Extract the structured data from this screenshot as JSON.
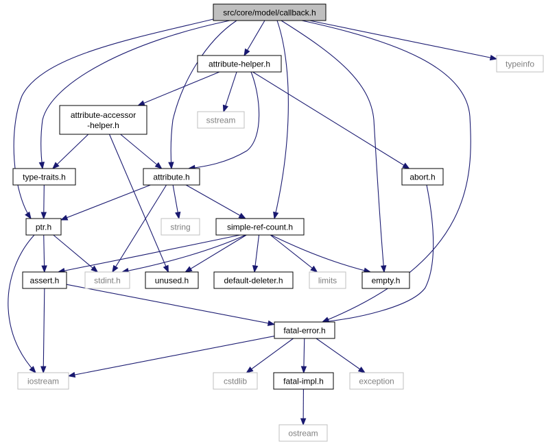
{
  "graph": {
    "colors": {
      "edge": "#191970",
      "root_fill": "#bfbfbf",
      "local_border": "#000000",
      "system_border": "#bfbfbf",
      "system_text": "#7f7f7f"
    },
    "nodes": [
      {
        "id": "callback",
        "lines": [
          "src/core/model/callback.h"
        ],
        "kind": "root"
      },
      {
        "id": "typeinfo",
        "lines": [
          "typeinfo"
        ],
        "kind": "system"
      },
      {
        "id": "attrhelper",
        "lines": [
          "attribute-helper.h"
        ],
        "kind": "local"
      },
      {
        "id": "accessor",
        "lines": [
          "attribute-accessor",
          "-helper.h"
        ],
        "kind": "local"
      },
      {
        "id": "sstream",
        "lines": [
          "sstream"
        ],
        "kind": "system"
      },
      {
        "id": "typetraits",
        "lines": [
          "type-traits.h"
        ],
        "kind": "local"
      },
      {
        "id": "attribute",
        "lines": [
          "attribute.h"
        ],
        "kind": "local"
      },
      {
        "id": "abort",
        "lines": [
          "abort.h"
        ],
        "kind": "local"
      },
      {
        "id": "ptr",
        "lines": [
          "ptr.h"
        ],
        "kind": "local"
      },
      {
        "id": "string",
        "lines": [
          "string"
        ],
        "kind": "system"
      },
      {
        "id": "simpleref",
        "lines": [
          "simple-ref-count.h"
        ],
        "kind": "local"
      },
      {
        "id": "assert",
        "lines": [
          "assert.h"
        ],
        "kind": "local"
      },
      {
        "id": "stdint",
        "lines": [
          "stdint.h"
        ],
        "kind": "system"
      },
      {
        "id": "unused",
        "lines": [
          "unused.h"
        ],
        "kind": "local"
      },
      {
        "id": "deleter",
        "lines": [
          "default-deleter.h"
        ],
        "kind": "local"
      },
      {
        "id": "limits",
        "lines": [
          "limits"
        ],
        "kind": "system"
      },
      {
        "id": "empty",
        "lines": [
          "empty.h"
        ],
        "kind": "local"
      },
      {
        "id": "fatalerror",
        "lines": [
          "fatal-error.h"
        ],
        "kind": "local"
      },
      {
        "id": "iostream",
        "lines": [
          "iostream"
        ],
        "kind": "system"
      },
      {
        "id": "cstdlib",
        "lines": [
          "cstdlib"
        ],
        "kind": "system"
      },
      {
        "id": "fatalimpl",
        "lines": [
          "fatal-impl.h"
        ],
        "kind": "local"
      },
      {
        "id": "exception",
        "lines": [
          "exception"
        ],
        "kind": "system"
      },
      {
        "id": "ostream",
        "lines": [
          "ostream"
        ],
        "kind": "system"
      }
    ],
    "edges": [
      [
        "callback",
        "attrhelper"
      ],
      [
        "callback",
        "typeinfo"
      ],
      [
        "callback",
        "typetraits"
      ],
      [
        "callback",
        "ptr"
      ],
      [
        "callback",
        "attribute"
      ],
      [
        "callback",
        "simpleref"
      ],
      [
        "callback",
        "empty"
      ],
      [
        "callback",
        "fatalerror"
      ],
      [
        "attrhelper",
        "accessor"
      ],
      [
        "attrhelper",
        "sstream"
      ],
      [
        "attrhelper",
        "attribute"
      ],
      [
        "attrhelper",
        "abort"
      ],
      [
        "accessor",
        "typetraits"
      ],
      [
        "accessor",
        "attribute"
      ],
      [
        "accessor",
        "unused"
      ],
      [
        "typetraits",
        "ptr"
      ],
      [
        "attribute",
        "ptr"
      ],
      [
        "attribute",
        "string"
      ],
      [
        "attribute",
        "simpleref"
      ],
      [
        "attribute",
        "stdint"
      ],
      [
        "abort",
        "fatalerror"
      ],
      [
        "ptr",
        "assert"
      ],
      [
        "ptr",
        "stdint"
      ],
      [
        "ptr",
        "iostream"
      ],
      [
        "simpleref",
        "assert"
      ],
      [
        "simpleref",
        "stdint"
      ],
      [
        "simpleref",
        "unused"
      ],
      [
        "simpleref",
        "deleter"
      ],
      [
        "simpleref",
        "limits"
      ],
      [
        "simpleref",
        "empty"
      ],
      [
        "assert",
        "iostream"
      ],
      [
        "assert",
        "fatalerror"
      ],
      [
        "fatalerror",
        "iostream"
      ],
      [
        "fatalerror",
        "cstdlib"
      ],
      [
        "fatalerror",
        "fatalimpl"
      ],
      [
        "fatalerror",
        "exception"
      ],
      [
        "fatalimpl",
        "ostream"
      ]
    ]
  }
}
